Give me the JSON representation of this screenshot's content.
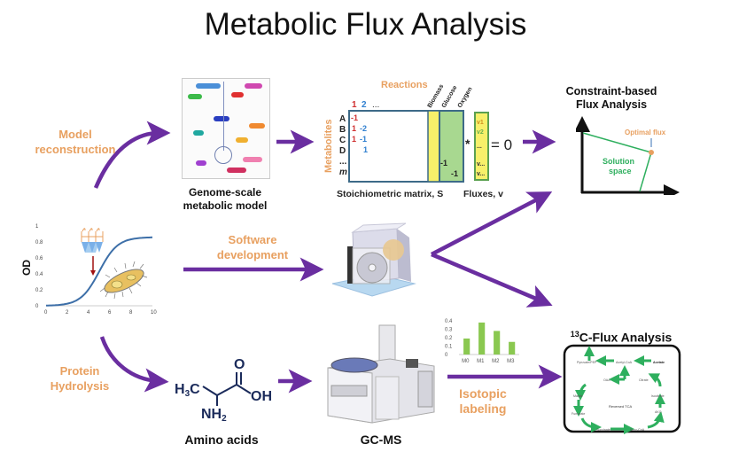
{
  "title": "Metabolic Flux Analysis",
  "colors": {
    "arrow": "#6a2ea0",
    "orange_label": "#e8a060",
    "green": "#2eaf5e",
    "curve": "#3d6fa8",
    "yellow": "#f7f06a",
    "light_green": "#a8d890",
    "matrix_border": "#3d6a88"
  },
  "labels": {
    "model_reconstruction": [
      "Model",
      "reconstruction"
    ],
    "software_development": [
      "Software",
      "development"
    ],
    "protein_hydrolysis": [
      "Protein",
      "Hydrolysis"
    ],
    "isotopic_labeling": [
      "Isotopic",
      "labeling"
    ]
  },
  "captions": {
    "genome_scale": [
      "Genome-scale",
      "metabolic model"
    ],
    "amino_acids": "Amino acids",
    "gc_ms": "GC-MS",
    "stoich": "Stoichiometric matrix, S",
    "fluxes": "Fluxes, v"
  },
  "matrix": {
    "reactions_label": "Reactions",
    "metabolites_label": "Metabolites",
    "col_headers": [
      "1",
      "2",
      "..."
    ],
    "row_headers": [
      "A",
      "B",
      "C",
      "D",
      "...",
      "m"
    ],
    "extra_cols": [
      "Biomass",
      "Glucose",
      "Oxygen"
    ],
    "col1_values": [
      "-1",
      "1",
      "1"
    ],
    "col2_values": [
      "-2",
      "-1",
      "1"
    ],
    "exchange_values": [
      "-1",
      "-1"
    ],
    "flux_entries": [
      "v1",
      "v2",
      "...",
      "v...",
      "v..."
    ],
    "operator": "*",
    "equals": "= 0"
  },
  "constraint_based": {
    "title": [
      "Constraint-based",
      "Flux Analysis"
    ],
    "optimal_label": "Optimal flux",
    "solution_label": [
      "Solution",
      "space"
    ]
  },
  "growth_curve": {
    "ylabel": "OD",
    "x_ticks": [
      "0",
      "2",
      "4",
      "6",
      "8",
      "10"
    ],
    "y_ticks": [
      "0",
      "0.2",
      "0.4",
      "0.6",
      "0.8",
      "1"
    ]
  },
  "isotope_chart": {
    "type": "bar",
    "categories": [
      "M0",
      "M1",
      "M2",
      "M3"
    ],
    "values": [
      0.19,
      0.38,
      0.28,
      0.15
    ],
    "y_ticks": [
      "0",
      "0.1",
      "0.2",
      "0.3",
      "0.4"
    ],
    "ylim": [
      0,
      0.4
    ]
  },
  "c13_flux": {
    "title_sup": "13",
    "title": "C-Flux Analysis",
    "nodes": [
      "Pyruvate/PEP",
      "Acetyl-CoA",
      "Acetate",
      "OAA",
      "Citrate",
      "Malate",
      "Isocitrate",
      "Fumarate",
      "AKG",
      "Succinate",
      "Succ-CoA"
    ],
    "center_label": "Reversed TCA",
    "co2": "CO2"
  },
  "molecule": {
    "h3c": "H3C",
    "oh": "OH",
    "o": "O",
    "nh2": "NH2"
  }
}
